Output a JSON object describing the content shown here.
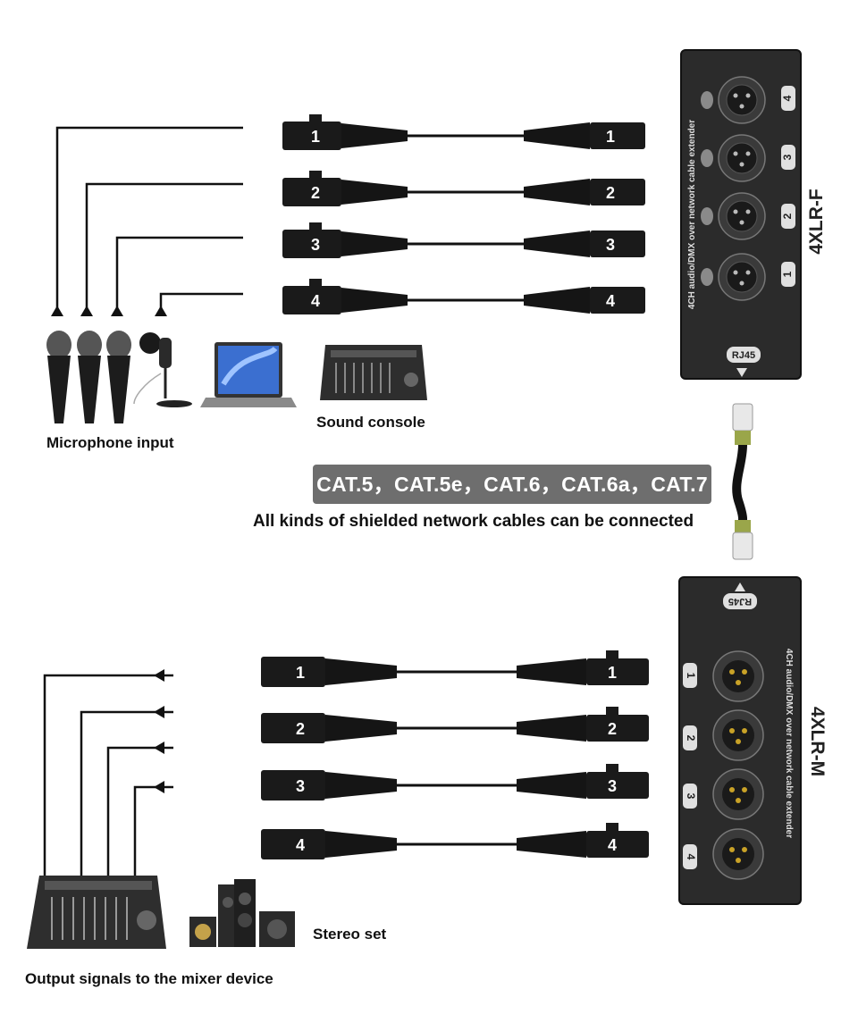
{
  "labels": {
    "microphone_input": "Microphone input",
    "sound_console": "Sound console",
    "cable_types": "CAT.5，CAT.5e，CAT.6，CAT.6a，CAT.7",
    "cable_note": "All kinds of shielded network cables can be connected",
    "stereo_set": "Stereo set",
    "output_signals": "Output signals to the mixer device"
  },
  "box_top": {
    "model": "4XLR-F",
    "side_text": "4CH audio/DMX over network cable extender",
    "rj45": "RJ45",
    "ports": [
      "4",
      "3",
      "2",
      "1"
    ]
  },
  "box_bottom": {
    "model": "4XLR-M",
    "side_text": "4CH audio/DMX over network cable extender",
    "rj45": "RJ45",
    "ports": [
      "1",
      "2",
      "3",
      "4"
    ]
  },
  "cables_top": [
    "1",
    "2",
    "3",
    "4"
  ],
  "cables_bottom": [
    "1",
    "2",
    "3",
    "4"
  ],
  "colors": {
    "device": "#2b2b2b",
    "cable": "#111111",
    "badge": "#6e6e6e",
    "rj45": "#e8e8e8"
  }
}
